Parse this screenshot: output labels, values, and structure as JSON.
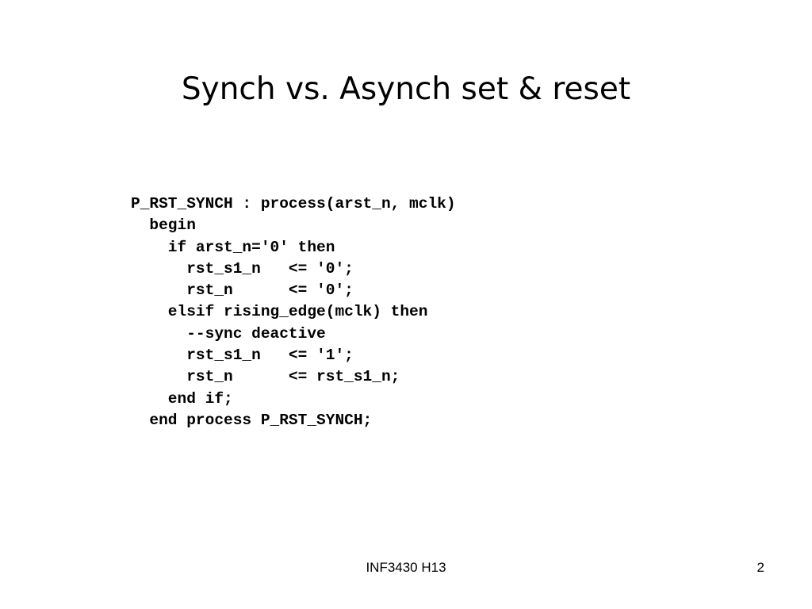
{
  "slide": {
    "title": "Synch vs. Asynch set & reset",
    "code_lines": [
      "P_RST_SYNCH : process(arst_n, mclk)",
      "  begin",
      "    if arst_n='0' then",
      "      rst_s1_n   <= '0';",
      "      rst_n      <= '0';",
      "    elsif rising_edge(mclk) then",
      "      --sync deactive",
      "      rst_s1_n   <= '1';",
      "      rst_n      <= rst_s1_n;",
      "    end if;",
      "  end process P_RST_SYNCH;"
    ],
    "footer": "INF3430 H13",
    "page_number": "2"
  }
}
